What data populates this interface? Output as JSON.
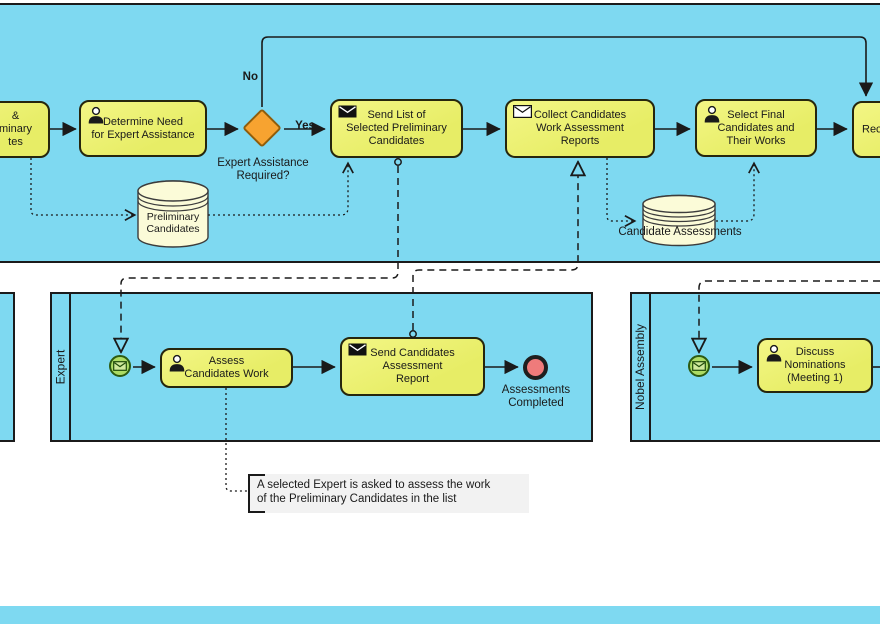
{
  "pools": {
    "expert_label": "Expert",
    "nobel_label": "Nobel Assembly"
  },
  "tasks": {
    "partial_left": [
      "&",
      "minary",
      "tes"
    ],
    "determine": [
      "Determine Need",
      "for Expert Assistance"
    ],
    "send_list": [
      "Send List of",
      "Selected Preliminary",
      "Candidates"
    ],
    "collect": [
      "Collect Candidates",
      "Work Assessment",
      "Reports"
    ],
    "select_final": [
      "Select Final",
      "Candidates and",
      "Their Works"
    ],
    "partial_right": [
      "Rec"
    ],
    "assess": [
      "Assess",
      "Candidates Work"
    ],
    "send_report": [
      "Send Candidates",
      "Assessment",
      "Report"
    ],
    "discuss": [
      "Discuss",
      "Nominations",
      "(Meeting 1)"
    ]
  },
  "gateway": {
    "question": [
      "Expert Assistance",
      "Required?"
    ],
    "yes": "Yes",
    "no": "No"
  },
  "stores": {
    "preliminary": [
      "Preliminary",
      "Candidates"
    ],
    "assessments": "Candidate Assessments"
  },
  "events": {
    "end_label": [
      "Assessments",
      "Completed"
    ]
  },
  "annotation": [
    "A selected Expert is asked to assess the work",
    "of the Preliminary Candidates in the list"
  ],
  "icons": {
    "user_task": "user-icon",
    "send_task": "send-envelope-icon",
    "receive_task": "receive-envelope-icon",
    "message_start": "message-start-envelope-icon"
  },
  "colors": {
    "pool_fill": "#7ED9F1",
    "pool_border": "#1b1b1b",
    "task_fill": "#E9EF6F",
    "task_border": "#26260d",
    "gateway_fill": "#F7A330",
    "gateway_border": "#8F5D0B",
    "start_event_fill": "#ACDB64",
    "start_event_border": "#2C5B12",
    "end_event_fill": "#EF7B7B",
    "end_event_border": "#1f1f1f",
    "store_fill": "#FBFBD8",
    "annotation_bg": "#F2F2F2",
    "text": "#1a1a1a"
  }
}
